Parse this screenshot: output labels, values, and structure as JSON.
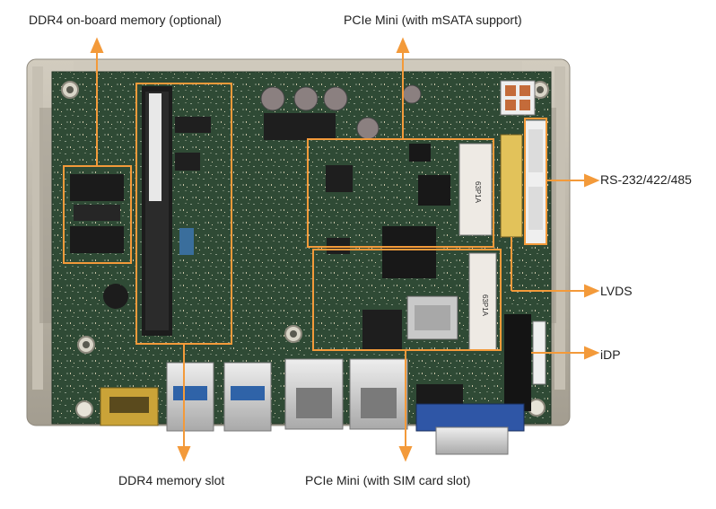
{
  "labels": {
    "ddr4_onboard": "DDR4 on-board memory (optional)",
    "pcie_msata": "PCIe Mini (with mSATA support)",
    "rs232": "RS-232/422/485",
    "lvds": "LVDS",
    "idp": "iDP",
    "ddr4_slot": "DDR4 memory slot",
    "pcie_sim": "PCIe Mini (with SIM card slot)"
  },
  "board": {
    "minipcie_top_text": "63P1A",
    "minipcie_bottom_text": "63P1A"
  },
  "colors": {
    "callout": "#f39a3a",
    "pcb": "#2f4a35",
    "chassis": "#b8b2a5"
  }
}
